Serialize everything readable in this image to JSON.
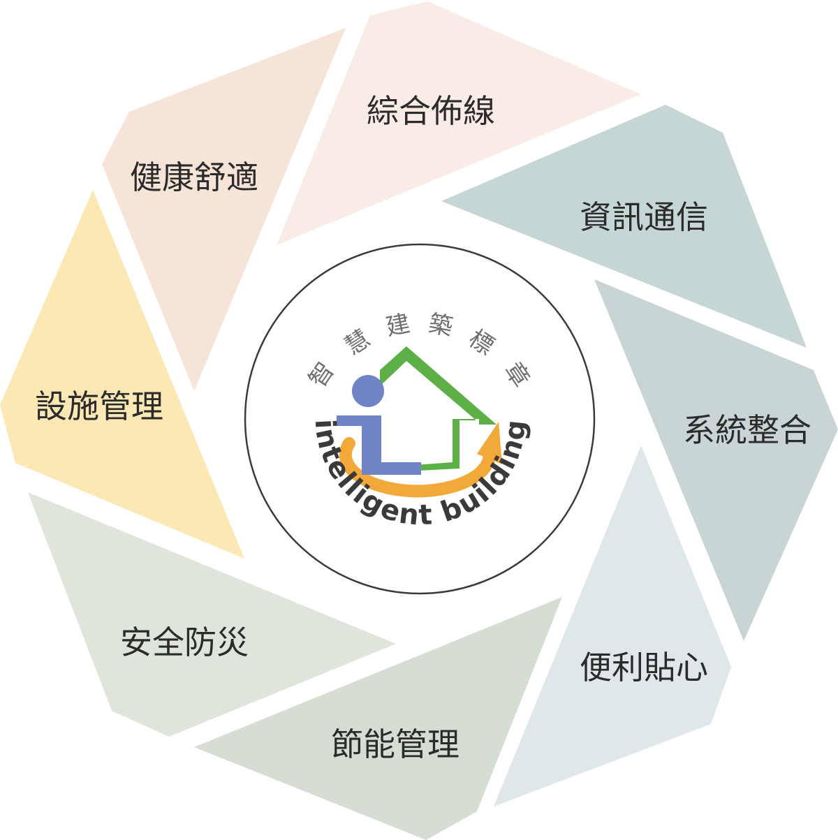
{
  "segments": [
    {
      "label": "綜合佈線",
      "color": "#f9ece6"
    },
    {
      "label": "資訊通信",
      "color": "#c5d6d4"
    },
    {
      "label": "系統整合",
      "color": "#c8d5d4"
    },
    {
      "label": "便利貼心",
      "color": "#dfe7e9"
    },
    {
      "label": "節能管理",
      "color": "#d6ddd2"
    },
    {
      "label": "安全防災",
      "color": "#dfe5da"
    },
    {
      "label": "設施管理",
      "color": "#fbe8b4"
    },
    {
      "label": "健康舒適",
      "color": "#f6e4d8"
    }
  ],
  "logo": {
    "title_chars": [
      "智",
      "慧",
      "建",
      "築",
      "標",
      "章"
    ],
    "subtitle": "intelligent building",
    "colors": {
      "person": "#6f84c6",
      "house": "#5cb046",
      "arrow": "#f3a93a",
      "ring": "#3a3a3a"
    }
  }
}
